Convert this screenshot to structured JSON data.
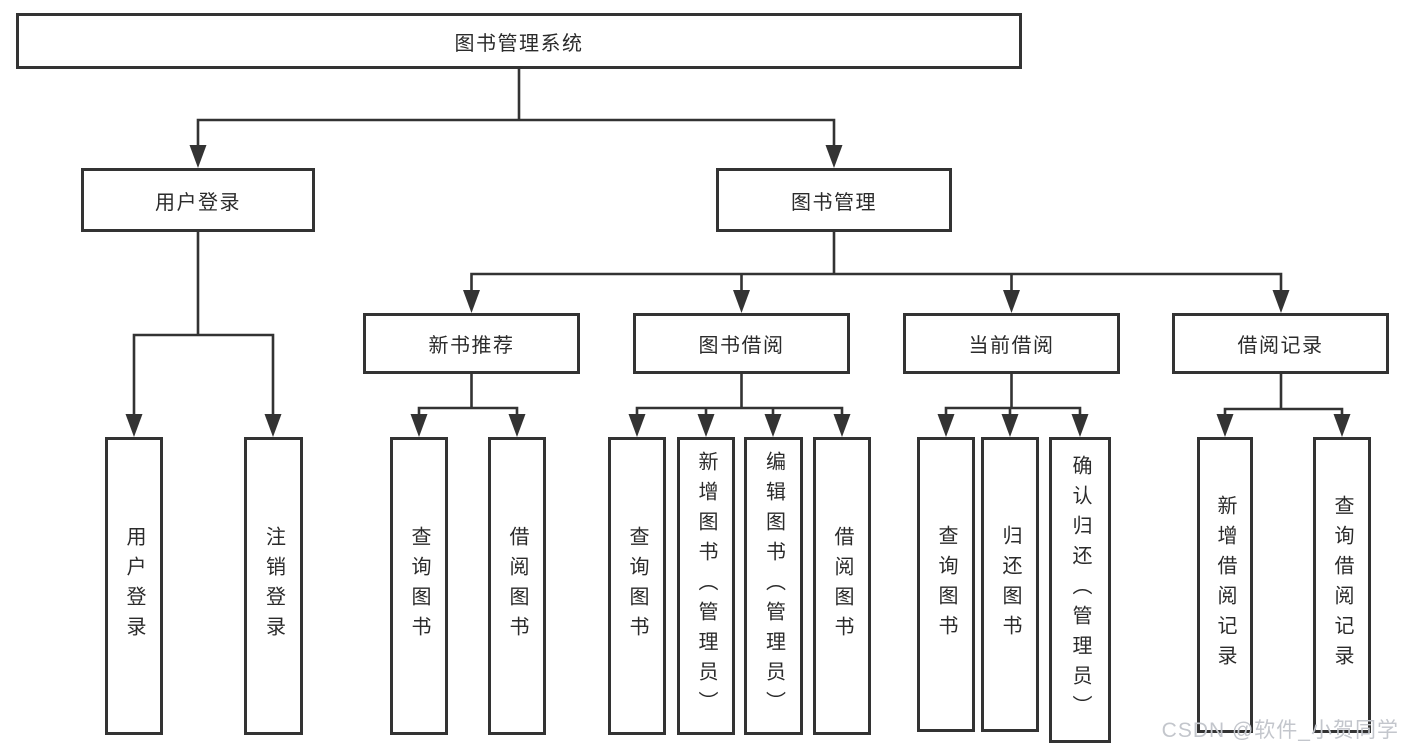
{
  "title": "图书管理系统",
  "watermark": "CSDN @软件_小贺同学",
  "colors": {
    "line": "#333333",
    "box_border": "#333333",
    "text": "#2b2b2b",
    "background": "#ffffff",
    "watermark": "#c3c6cc"
  },
  "nodes": {
    "root": {
      "label": "图书管理系统"
    },
    "user_login": {
      "label": "用户登录"
    },
    "book_mgmt": {
      "label": "图书管理"
    },
    "new_book_rec": {
      "label": "新书推荐"
    },
    "book_borrow": {
      "label": "图书借阅"
    },
    "current_borrow": {
      "label": "当前借阅"
    },
    "borrow_records": {
      "label": "借阅记录"
    },
    "leaf_user_login": {
      "label": "用户登录"
    },
    "leaf_logout": {
      "label": "注销登录"
    },
    "leaf_query_book_1": {
      "label": "查询图书"
    },
    "leaf_borrow_book_1": {
      "label": "借阅图书"
    },
    "leaf_query_book_2": {
      "label": "查询图书"
    },
    "leaf_add_book": {
      "label": "新增图书（管理员）"
    },
    "leaf_edit_book": {
      "label": "编辑图书（管理员）"
    },
    "leaf_borrow_book_2": {
      "label": "借阅图书"
    },
    "leaf_query_book_3": {
      "label": "查询图书"
    },
    "leaf_return_book": {
      "label": "归还图书"
    },
    "leaf_confirm_return": {
      "label": "确认归还（管理员）"
    },
    "leaf_add_record": {
      "label": "新增借阅记录"
    },
    "leaf_query_record": {
      "label": "查询借阅记录"
    }
  },
  "hierarchy": {
    "图书管理系统": {
      "用户登录": [
        "用户登录",
        "注销登录"
      ],
      "图书管理": {
        "新书推荐": [
          "查询图书",
          "借阅图书"
        ],
        "图书借阅": [
          "查询图书",
          "新增图书（管理员）",
          "编辑图书（管理员）",
          "借阅图书"
        ],
        "当前借阅": [
          "查询图书",
          "归还图书",
          "确认归还（管理员）"
        ],
        "借阅记录": [
          "新增借阅记录",
          "查询借阅记录"
        ]
      }
    }
  }
}
